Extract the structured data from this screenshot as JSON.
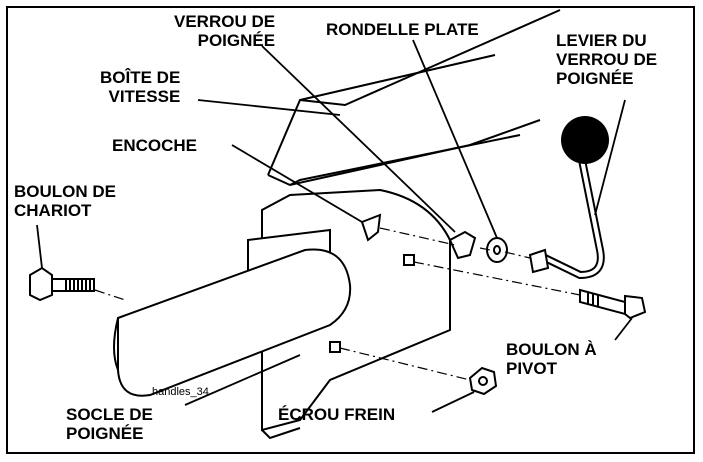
{
  "labels": {
    "verrou_de_poignee": [
      "VERROU DE",
      "POIGNÉE"
    ],
    "rondelle_plate": [
      "RONDELLE PLATE"
    ],
    "levier_du_verrou": [
      "LEVIER DU",
      "VERROU DE",
      "POIGNÉE"
    ],
    "boite_de_vitesse": [
      "BOÎTE DE",
      "VITESSE"
    ],
    "encoche": [
      "ENCOCHE"
    ],
    "boulon_de_chariot": [
      "BOULON DE",
      "CHARIOT"
    ],
    "boulon_a_pivot": [
      "BOULON À",
      "PIVOT"
    ],
    "socle_de_poignee": [
      "SOCLE DE",
      "POIGNÉE"
    ],
    "ecrou_frein": [
      "ÉCROU FREIN"
    ]
  },
  "figure_id": "handles_34"
}
